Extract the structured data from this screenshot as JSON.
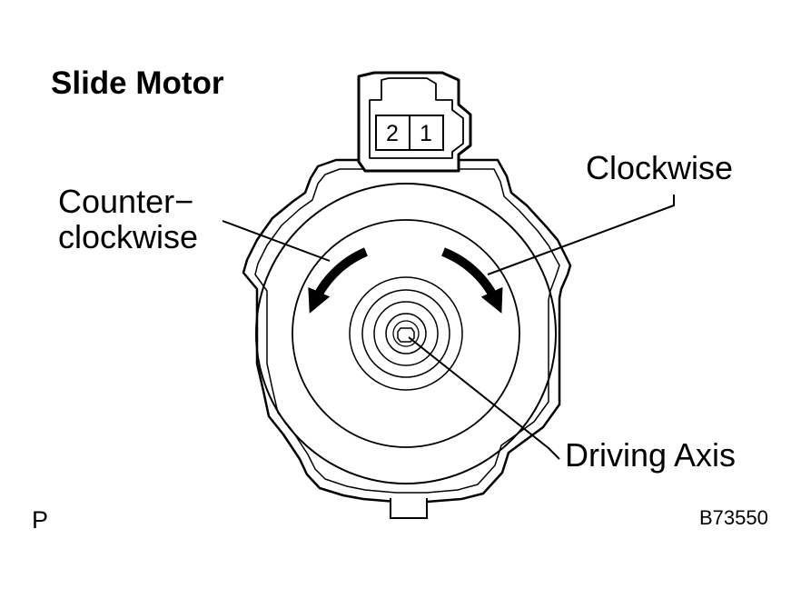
{
  "title": "Slide Motor",
  "connector": {
    "pins": [
      "2",
      "1"
    ]
  },
  "labels": {
    "counterclockwise": [
      "Counter−",
      "clockwise"
    ],
    "clockwise": "Clockwise",
    "driving_axis": "Driving Axis"
  },
  "footer": {
    "left": "P",
    "right": "B73550"
  },
  "colors": {
    "ink": "#000000",
    "paper": "#ffffff"
  }
}
